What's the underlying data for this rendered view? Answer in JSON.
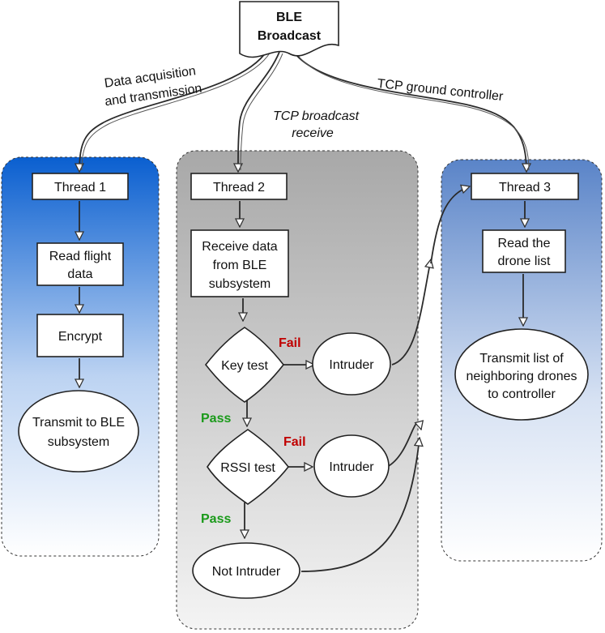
{
  "broadcast": {
    "line1": "BLE",
    "line2": "Broadcast"
  },
  "edge_labels": {
    "left_line1": "Data acquisition",
    "left_line2": "and transmission",
    "mid_line1": "TCP broadcast",
    "mid_line2": "receive",
    "right": "TCP ground controller"
  },
  "thread1": {
    "title": "Thread 1",
    "read_line1": "Read flight",
    "read_line2": "data",
    "encrypt": "Encrypt",
    "transmit_line1": "Transmit to BLE",
    "transmit_line2": "subsystem"
  },
  "thread2": {
    "title": "Thread 2",
    "receive_line1": "Receive data",
    "receive_line2": "from BLE",
    "receive_line3": "subsystem",
    "key_test": "Key test",
    "rssi_test": "RSSI test",
    "intruder1": "Intruder",
    "intruder2": "Intruder",
    "not_intruder": "Not Intruder",
    "fail1": "Fail",
    "fail2": "Fail",
    "pass1": "Pass",
    "pass2": "Pass"
  },
  "thread3": {
    "title": "Thread 3",
    "read_line1": "Read the",
    "read_line2": "drone list",
    "transmit_line1": "Transmit list of",
    "transmit_line2": "neighboring drones",
    "transmit_line3": "to controller"
  },
  "colors": {
    "thread1_top": "#0a5fd0",
    "thread2_top": "#a8a8a8",
    "thread3_top": "#5a84c8",
    "fail": "#c00000",
    "pass": "#1a9a1a"
  }
}
